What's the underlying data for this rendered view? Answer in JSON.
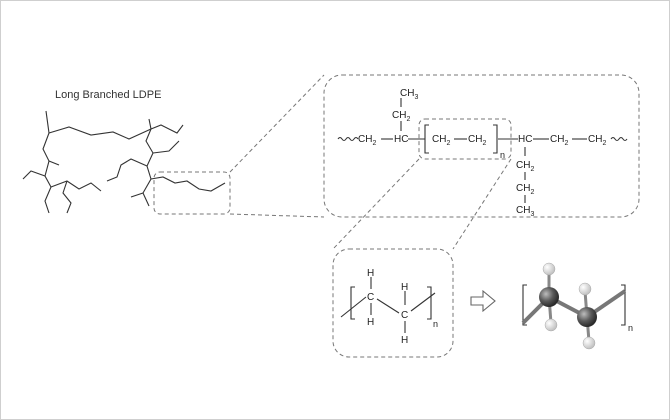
{
  "title": "Long Branched LDPE",
  "chain": {
    "methyl_top": "CH",
    "methyl_top_sub": "3",
    "methylene_top": "CH",
    "methylene_top_sub": "2",
    "left_ch2": "CH",
    "left_ch2_sub": "2",
    "hc_left": "HC",
    "repeat_a": "CH",
    "repeat_a_sub": "2",
    "repeat_b": "CH",
    "repeat_b_sub": "2",
    "repeat_n": "n",
    "hc_right": "HC",
    "right_ch2_a": "CH",
    "right_ch2_a_sub": "2",
    "right_ch2_b": "CH",
    "right_ch2_b_sub": "2",
    "branch_1": "CH",
    "branch_1_sub": "2",
    "branch_2": "CH",
    "branch_2_sub": "2",
    "branch_3": "CH",
    "branch_3_sub": "3"
  },
  "monomer": {
    "h_top_1": "H",
    "h_top_2": "H",
    "c_1": "C",
    "c_2": "C",
    "h_bottom_1": "H",
    "h_bottom_2": "H",
    "n": "n"
  },
  "model": {
    "n": "n"
  },
  "colors": {
    "line": "#333333",
    "dashed_box": "#777777",
    "carbon_atom": "#555555",
    "hydrogen_atom": "#cccccc",
    "arrow": "#666666"
  }
}
